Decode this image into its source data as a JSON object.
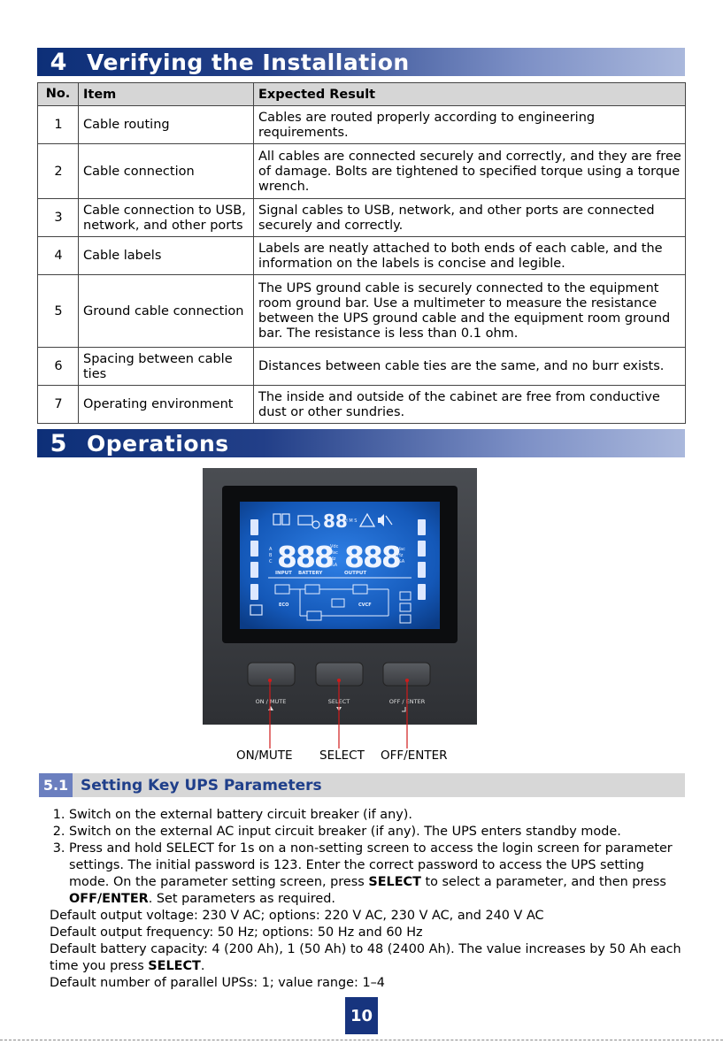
{
  "section4": {
    "number": "4",
    "title": "Verifying the Installation"
  },
  "table": {
    "headers": [
      "No.",
      "Item",
      "Expected Result"
    ],
    "rows": [
      [
        "1",
        "Cable routing",
        "Cables are routed properly according to engineering requirements."
      ],
      [
        "2",
        "Cable connection",
        "All cables are connected securely and correctly, and they are free of damage. Bolts are tightened to specified torque using a torque wrench."
      ],
      [
        "3",
        "Cable connection to USB, network, and other ports",
        "Signal cables to USB, network, and other ports are connected securely and correctly."
      ],
      [
        "4",
        "Cable labels",
        "Labels are neatly attached to both ends of each cable, and the information on the labels is concise and legible."
      ],
      [
        "5",
        "Ground cable connection",
        "The UPS ground cable is securely connected to the equipment room ground bar. Use a multimeter to measure the resistance between the UPS ground cable and the equipment room ground bar. The resistance is less than 0.1 ohm."
      ],
      [
        "6",
        "Spacing between cable ties",
        "Distances between cable ties are the same, and no burr exists."
      ],
      [
        "7",
        "Operating environment",
        "The inside and outside of the cabinet are free from conductive dust or other sundries."
      ]
    ]
  },
  "section5": {
    "number": "5",
    "title": "Operations"
  },
  "panel": {
    "lcd_digits_top": "88",
    "lcd_digits_left": "888",
    "lcd_digits_right": "888",
    "lcd_label_input": "INPUT",
    "lcd_label_battery": "BATTERY",
    "lcd_label_output": "OUTPUT",
    "lcd_label_eco": "ECO",
    "lcd_label_cvcf": "CVCF",
    "lcd_unit_hms": "H M S",
    "lcd_units_left": [
      "Vdc",
      "Vac",
      "Hz",
      "%A"
    ],
    "lcd_units_right": [
      "Vac",
      "Hz",
      "%A"
    ],
    "lcd_abc": [
      "A",
      "B",
      "C"
    ],
    "button_labels": [
      "ON / MUTE",
      "SELECT",
      "OFF / ENTER"
    ],
    "callouts": [
      "ON/MUTE",
      "SELECT",
      "OFF/ENTER"
    ]
  },
  "subsection": {
    "number": "5.1",
    "title": "Setting Key UPS Parameters"
  },
  "steps": {
    "s1": "Switch on the external battery circuit breaker (if any).",
    "s2": "Switch on the external AC input circuit breaker (if any). The UPS enters standby mode.",
    "s3a": "Press and hold SELECT for 1s on a non-setting screen to access the login screen for parameter settings. The initial password is 123. Enter the correct password to access the UPS setting mode. On the parameter setting screen, press ",
    "s3b": "SELECT",
    "s3c": " to select a parameter, and then press ",
    "s3d": "OFF/ENTER",
    "s3e": ". Set parameters as required.",
    "d1": "Default output voltage: 230 V AC; options: 220 V AC, 230 V AC, and 240 V AC",
    "d2": "Default output frequency: 50 Hz; options: 50 Hz and 60 Hz",
    "d3a": "Default battery capacity: 4 (200 Ah), 1 (50 Ah) to 48 (2400 Ah). The value increases by 50 Ah each time you press ",
    "d3b": "SELECT",
    "d3c": ".",
    "d4": "Default number of parallel UPSs: 1; value range: 1–4"
  },
  "page_number": "10"
}
